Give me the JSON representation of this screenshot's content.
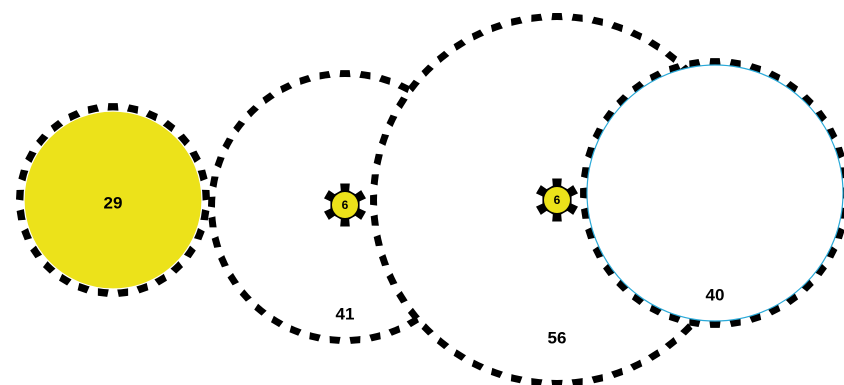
{
  "gears": [
    {
      "id": "gear-29",
      "teeth": 29,
      "label": "29",
      "fill": "#ece21a",
      "rim": "#ffffff"
    },
    {
      "id": "gear-41",
      "teeth": 41,
      "label": "41",
      "fill": "#ffffff",
      "rim": "#ffffff"
    },
    {
      "id": "gear-56",
      "teeth": 56,
      "label": "56",
      "fill": "#ffffff",
      "rim": "#ffffff"
    },
    {
      "id": "gear-40",
      "teeth": 40,
      "label": "40",
      "fill": "#ffffff",
      "rim": "#29a9d8"
    },
    {
      "id": "pinion-6-left",
      "teeth": 6,
      "label": "6",
      "fill": "#ece21a",
      "rim": "#ece21a"
    },
    {
      "id": "pinion-6-right",
      "teeth": 6,
      "label": "6",
      "fill": "#ece21a",
      "rim": "#ece21a"
    }
  ],
  "colors": {
    "gear_body": "#000000",
    "background": "#ffffff"
  }
}
